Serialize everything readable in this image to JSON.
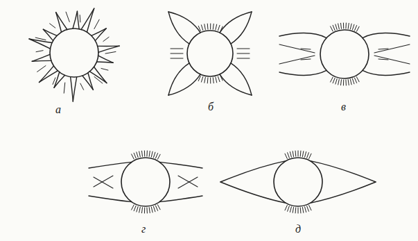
{
  "diagram": {
    "labels": [
      "а",
      "б",
      "в",
      "г",
      "д"
    ]
  }
}
